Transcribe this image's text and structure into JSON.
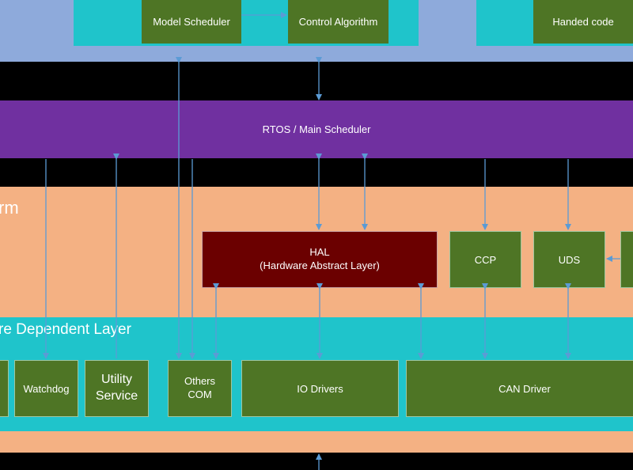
{
  "app_layer": {
    "model_scheduler": "Model Scheduler",
    "control_algorithm": "Control Algorithm",
    "handed_code": "Handed code"
  },
  "rtos": {
    "label": "RTOS / Main Scheduler"
  },
  "platform": {
    "title_fragment": "rm",
    "hal_line1": "HAL",
    "hal_line2": "(Hardware Abstract Layer)",
    "ccp": "CCP",
    "uds": "UDS"
  },
  "hw_dependent": {
    "title_fragment": "re Dependent Layer",
    "watchdog": "Watchdog",
    "utility_line1": "Utility",
    "utility_line2": "Service",
    "others_line1": "Others",
    "others_line2": "COM",
    "io_drivers": "IO Drivers",
    "can_driver": "CAN Driver"
  },
  "colors": {
    "app_band": "#8eaadb",
    "cyan": "#1fc4cb",
    "rtos": "#7030a0",
    "peach": "#f4b183",
    "green": "#4e7525",
    "hal": "#6b0000",
    "arrow": "#5b9bd5"
  }
}
